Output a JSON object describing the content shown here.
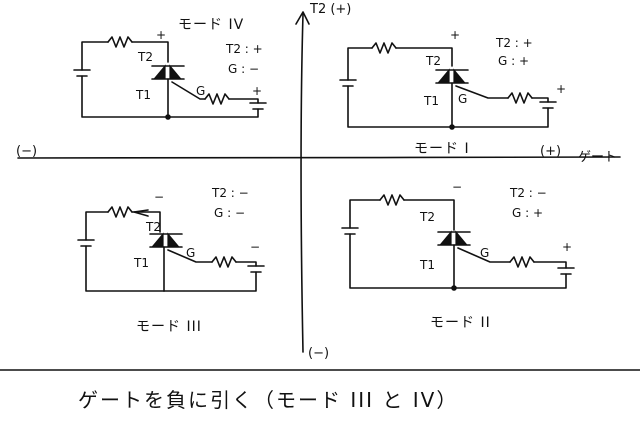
{
  "axes": {
    "top": "T2 (+)",
    "bottom": "(−)",
    "left": "(−)",
    "right": "(+)",
    "gate_word": "ゲート"
  },
  "quadrants": [
    {
      "id": "IV",
      "mode_label": "モード IV",
      "t2_condition": "T2 : +",
      "g_condition": "G : −",
      "t2_pin": "T2",
      "t1_pin": "T1",
      "gate_pin": "G",
      "top_sign": "+",
      "gate_sign": "+"
    },
    {
      "id": "I",
      "mode_label": "モード I",
      "t2_condition": "T2 : +",
      "g_condition": "G : +",
      "t2_pin": "T2",
      "t1_pin": "T1",
      "gate_pin": "G",
      "top_sign": "+",
      "gate_sign": "+"
    },
    {
      "id": "III",
      "mode_label": "モード III",
      "t2_condition": "T2 : −",
      "g_condition": "G : −",
      "t2_pin": "T2",
      "t1_pin": "T1",
      "gate_pin": "G",
      "top_sign": "−",
      "gate_sign": "−"
    },
    {
      "id": "II",
      "mode_label": "モード II",
      "t2_condition": "T2 : −",
      "g_condition": "G : +",
      "t2_pin": "T2",
      "t1_pin": "T1",
      "gate_pin": "G",
      "top_sign": "−",
      "gate_sign": "+"
    }
  ],
  "caption": "ゲートを負に引く（モード III と IV）"
}
